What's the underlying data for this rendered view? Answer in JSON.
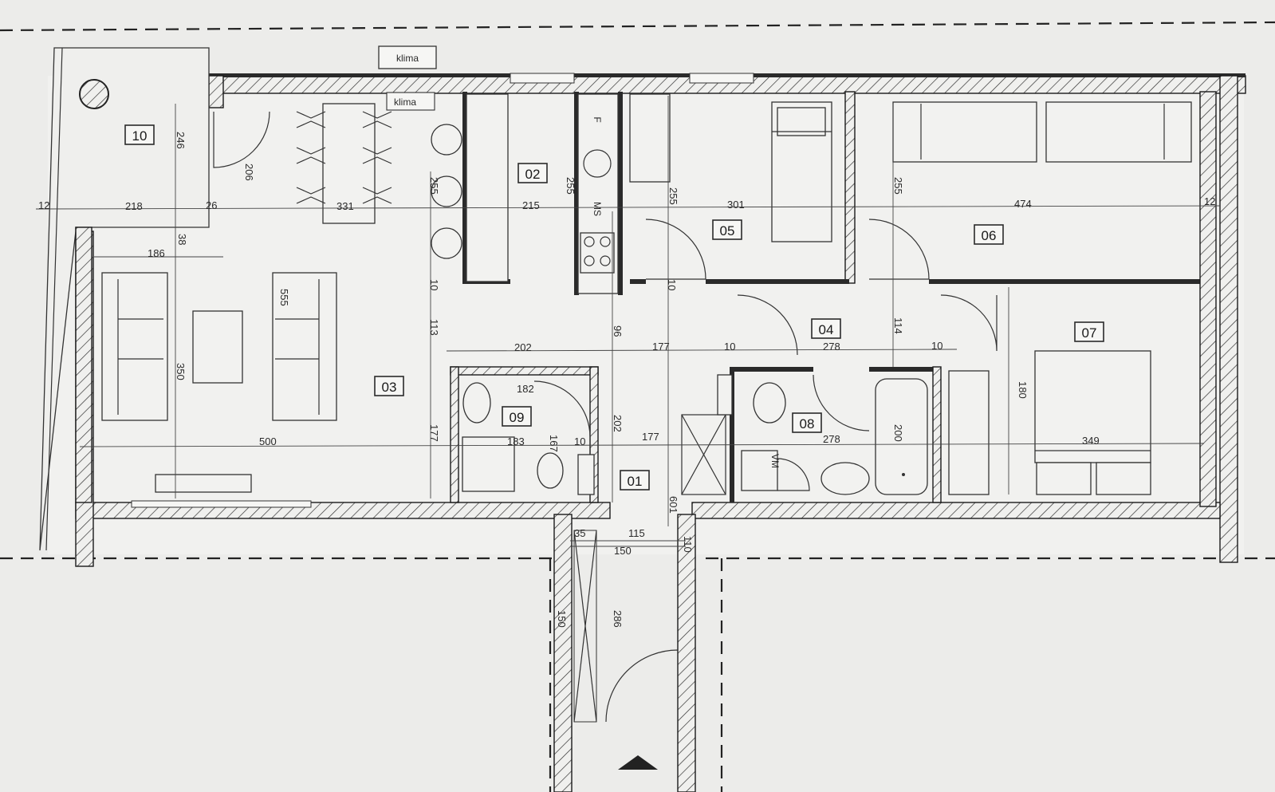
{
  "rooms": [
    {
      "id": "01",
      "label": "01"
    },
    {
      "id": "02",
      "label": "02"
    },
    {
      "id": "03",
      "label": "03"
    },
    {
      "id": "04",
      "label": "04"
    },
    {
      "id": "05",
      "label": "05"
    },
    {
      "id": "06",
      "label": "06"
    },
    {
      "id": "07",
      "label": "07"
    },
    {
      "id": "08",
      "label": "08"
    },
    {
      "id": "09",
      "label": "09"
    },
    {
      "id": "10",
      "label": "10"
    }
  ],
  "labels": {
    "klima_outside": "klima",
    "klima_inside": "klima",
    "fridge": "F",
    "dishwasher": "MS",
    "washer": "VM"
  },
  "dimensions": [
    "218",
    "331",
    "215",
    "301",
    "474",
    "186",
    "246",
    "206",
    "38",
    "26",
    "255",
    "255",
    "255",
    "255",
    "555",
    "350",
    "10",
    "113",
    "177",
    "202",
    "177",
    "10",
    "278",
    "10",
    "114",
    "96",
    "182",
    "183",
    "167",
    "10",
    "10",
    "177",
    "278",
    "349",
    "500",
    "200",
    "202",
    "150",
    "180",
    "35",
    "115",
    "150",
    "110",
    "286",
    "601",
    "12",
    "12"
  ],
  "colors": {
    "paper": "#e9e9e7",
    "line": "#1a1a1a"
  }
}
